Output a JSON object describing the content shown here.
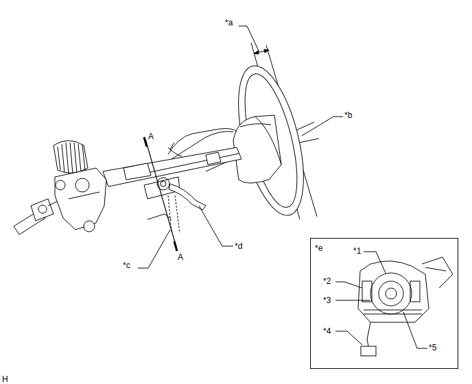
{
  "diagram": {
    "nodes": [
      {
        "text": [
          "*e"
        ]
      }
    ],
    "labels": [
      "*a",
      "*b",
      "A",
      "A",
      "*c",
      "*d",
      "*1",
      "*2",
      "*3",
      "*4",
      "*5",
      "H"
    ]
  }
}
